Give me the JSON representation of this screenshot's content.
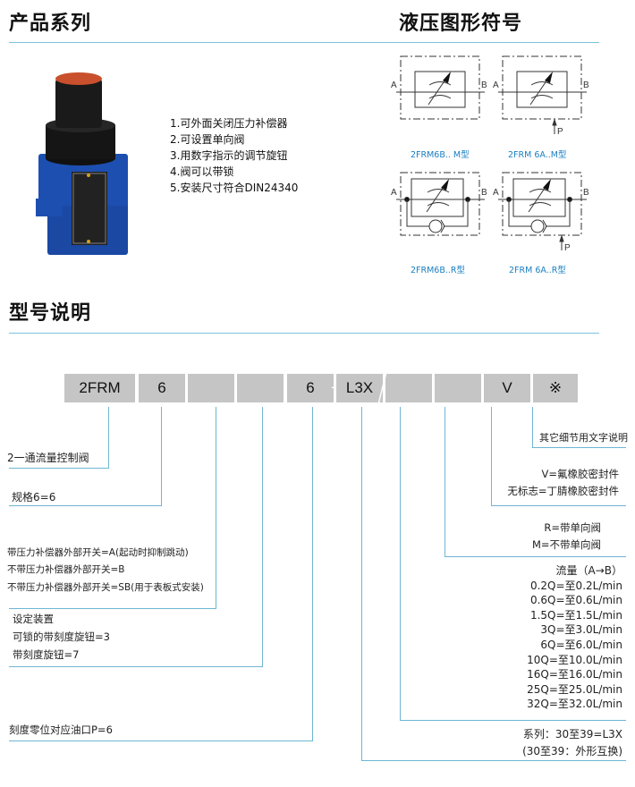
{
  "headers": {
    "products": "产品系列",
    "symbols": "液压图形符号",
    "model": "型号说明"
  },
  "features": [
    "1.可外面关闭压力补偿器",
    "2.可设置单向阀",
    "3.用数字指示的调节旋钮",
    "4.阀可以带锁",
    "5.安装尺寸符合DIN24340"
  ],
  "symbols": {
    "port_a": "A",
    "port_b": "B",
    "port_p": "P",
    "captions": [
      "2FRM6B.. M型",
      "2FRM 6A..M型",
      "2FRM6B..R型",
      "2FRM 6A..R型"
    ]
  },
  "code_boxes": [
    "2FRM",
    "6",
    "",
    "",
    "6",
    "L3X",
    "",
    "",
    "V",
    "※"
  ],
  "code_separator": "-",
  "left_notes": {
    "type": "2一通流量控制阀",
    "size": "规格6=6",
    "switch": [
      "带压力补偿器外部开关=A(起动时抑制跳动)",
      "不带压力补偿器外部开关=B",
      "不带压力补偿器外部开关=SB(用于表板式安装)"
    ],
    "setting": [
      "设定装置",
      "可锁的带刻度旋钮=3",
      "带刻度旋钮=7"
    ],
    "zero": "刻度零位对应油口P=6"
  },
  "right_notes": {
    "other": "其它细节用文字说明",
    "seal": [
      "V=氟橡胶密封件",
      "无标志=丁腈橡胶密封件"
    ],
    "check": [
      "R=带单向阀",
      "M=不带单向阀"
    ],
    "flow": [
      "流量（A→B）",
      "0.2Q=至0.2L/min",
      "0.6Q=至0.6L/min",
      "1.5Q=至1.5L/min",
      "3Q=至3.0L/min",
      "6Q=至6.0L/min",
      "10Q=至10.0L/min",
      "16Q=至16.0L/min",
      "25Q=至25.0L/min",
      "32Q=至32.0L/min"
    ],
    "series": [
      "系列：30至39=L3X",
      "(30至39：外形互换)"
    ]
  },
  "colors": {
    "accent": "#6eb6d3",
    "caption": "#1a7fc0",
    "box": "#c5c5c5",
    "body": "#1d4fb0"
  }
}
